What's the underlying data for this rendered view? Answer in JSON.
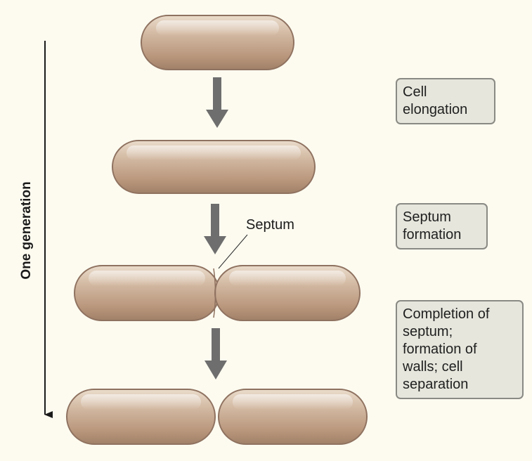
{
  "generation_label": "One generation",
  "septum_label": "Septum",
  "steps": [
    {
      "lines": [
        "Cell",
        "elongation"
      ]
    },
    {
      "lines": [
        "Septum",
        "formation"
      ]
    },
    {
      "lines": [
        "Completion of",
        "septum;",
        "formation of",
        "walls; cell",
        "separation"
      ]
    }
  ],
  "colors": {
    "background": "#fdfbf0",
    "cell_body": "#c4a68e",
    "cell_outline": "#8f7260",
    "arrow": "#6e6e6e",
    "box_fill": "#e6e6dd",
    "box_border": "#8a8a84"
  }
}
